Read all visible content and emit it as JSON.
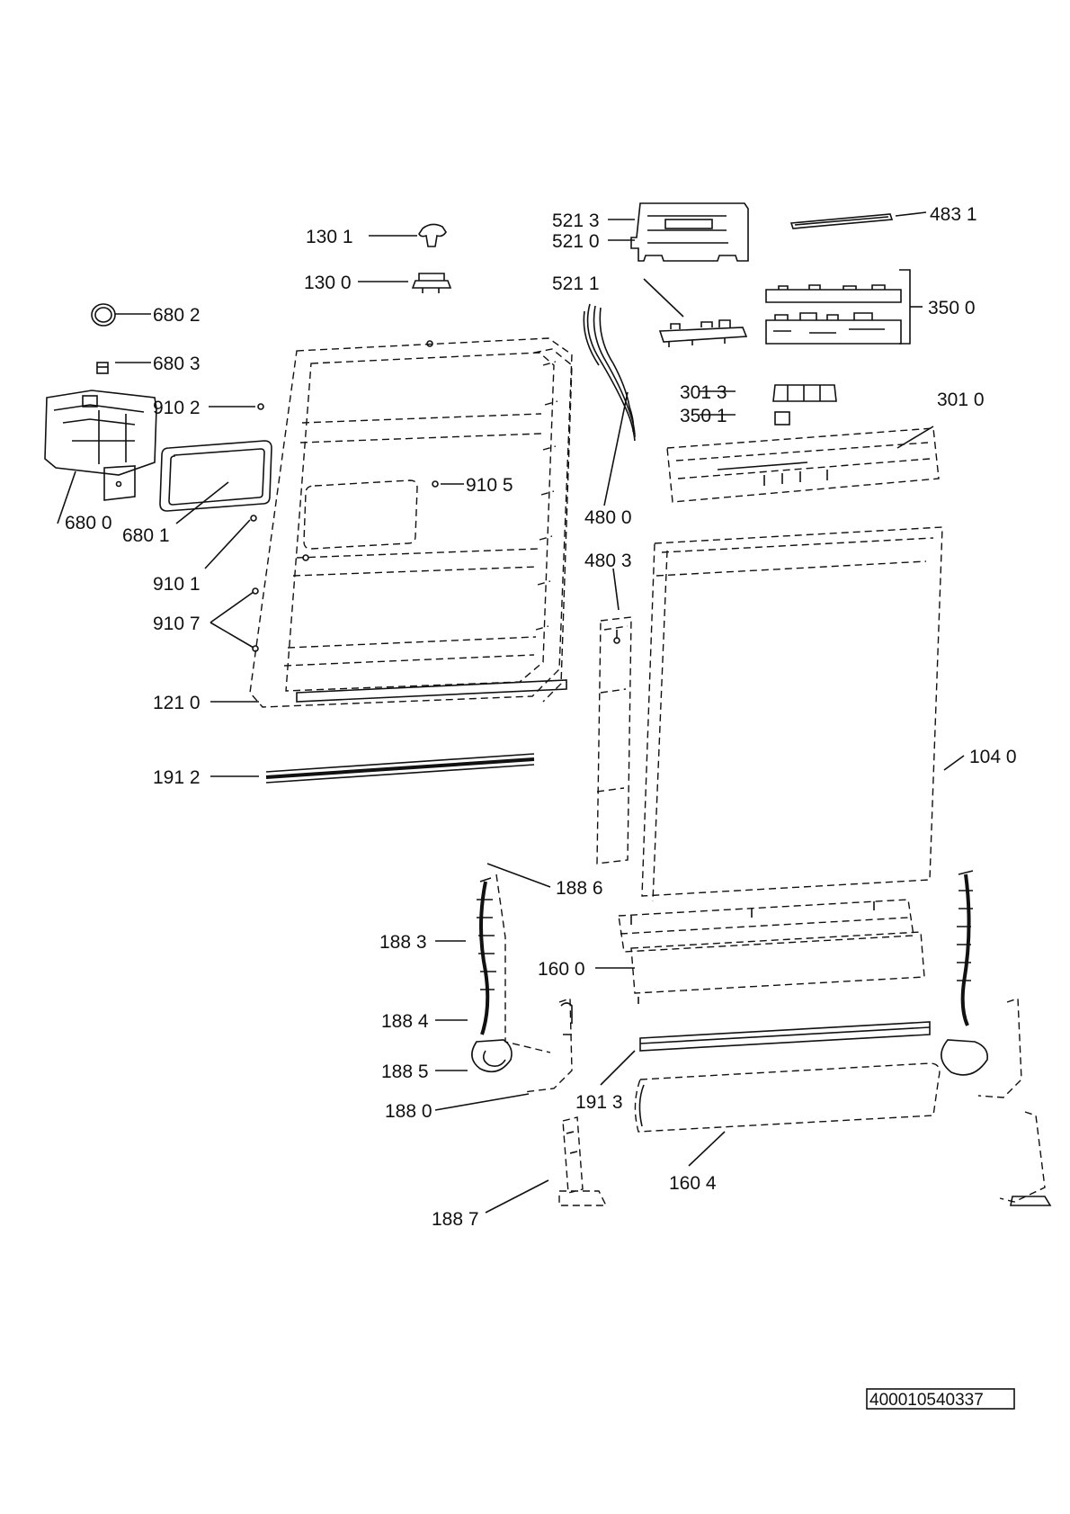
{
  "labels": {
    "p130_1": "130 1",
    "p130_0": "130 0",
    "p521_3": "521 3",
    "p521_0": "521 0",
    "p521_1": "521 1",
    "p483_1": "483 1",
    "p350_0": "350 0",
    "p680_2": "680 2",
    "p680_3": "680 3",
    "p910_2": "910 2",
    "p301_3": "301 3",
    "p350_1": "350 1",
    "p301_0": "301 0",
    "p910_5": "910 5",
    "p680_0": "680 0",
    "p680_1": "680 1",
    "p480_0": "480 0",
    "p910_1": "910 1",
    "p480_3": "480 3",
    "p910_7": "910 7",
    "p121_0": "121 0",
    "p104_0": "104 0",
    "p191_2": "191 2",
    "p188_6": "188 6",
    "p188_3": "188 3",
    "p160_0": "160 0",
    "p188_4": "188 4",
    "p188_5": "188 5",
    "p191_3": "191 3",
    "p188_0": "188 0",
    "p160_4": "160 4",
    "p188_7": "188 7"
  },
  "document_id": "400010540337"
}
